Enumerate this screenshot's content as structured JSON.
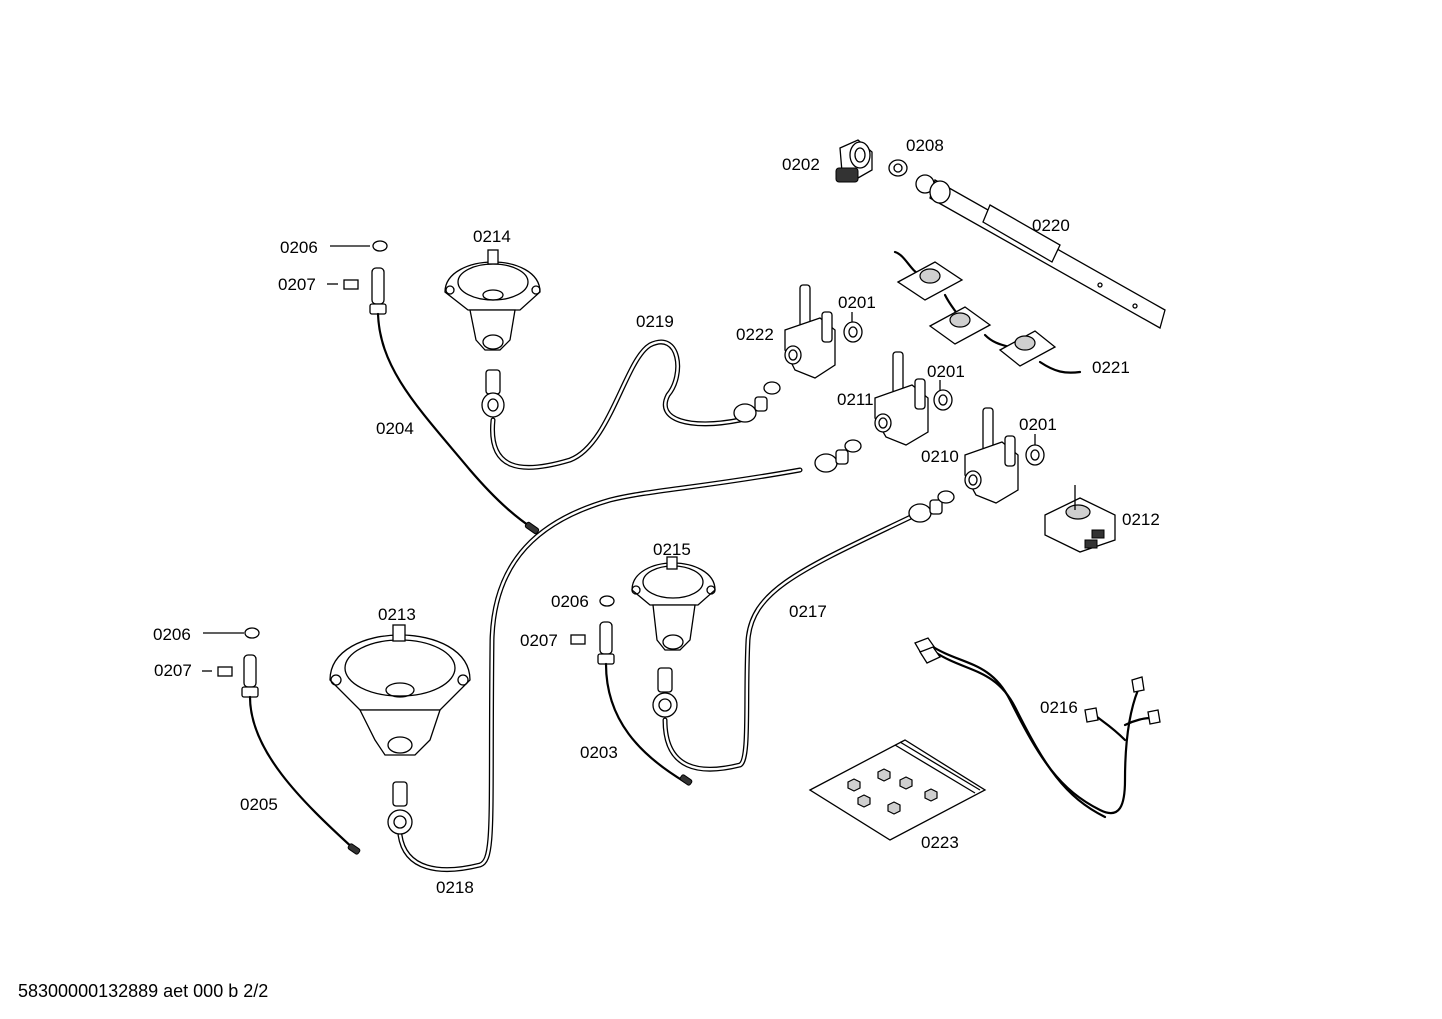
{
  "footer": {
    "code": "58300000132889 aet 000 b 2/2"
  },
  "labels": {
    "p0202": "0202",
    "p0208": "0208",
    "p0220": "0220",
    "p0206a": "0206",
    "p0207a": "0207",
    "p0214": "0214",
    "p0219": "0219",
    "p0201a": "0201",
    "p0222": "0222",
    "p0221": "0221",
    "p0201b": "0201",
    "p0211": "0211",
    "p0204": "0204",
    "p0201c": "0201",
    "p0210": "0210",
    "p0212": "0212",
    "p0215": "0215",
    "p0206b": "0206",
    "p0207b": "0207",
    "p0217": "0217",
    "p0213": "0213",
    "p0206c": "0206",
    "p0207c": "0207",
    "p0216": "0216",
    "p0203": "0203",
    "p0205": "0205",
    "p0223": "0223",
    "p0218": "0218"
  }
}
